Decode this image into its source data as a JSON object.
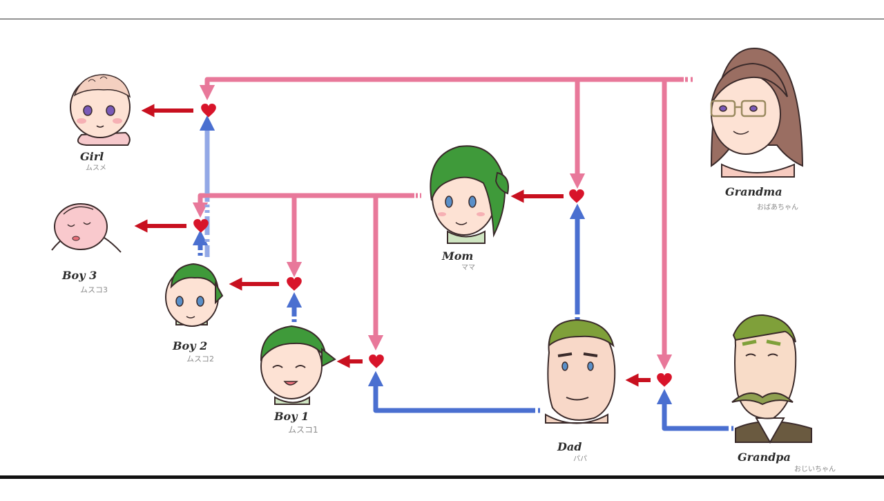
{
  "colors": {
    "pink": "#e8789a",
    "blue": "#4a6fd0",
    "red": "#c8101f",
    "heart": "#d8142a",
    "green_hair": "#3f9a3a",
    "skin": "#fde2d4",
    "outline": "#3a2a2a"
  },
  "people": {
    "girl": {
      "label": "Girl",
      "jp": "ムスメ"
    },
    "boy3": {
      "label": "Boy 3",
      "jp": "ムスコ3"
    },
    "boy2": {
      "label": "Boy 2",
      "jp": "ムスコ2"
    },
    "boy1": {
      "label": "Boy 1",
      "jp": "ムスコ1"
    },
    "mom": {
      "label": "Mom",
      "jp": "ママ"
    },
    "dad": {
      "label": "Dad",
      "jp": "パパ"
    },
    "grandma": {
      "label": "Grandma",
      "jp": "おばあちゃん"
    },
    "grandpa": {
      "label": "Grandpa",
      "jp": "おじいちゃん"
    }
  }
}
